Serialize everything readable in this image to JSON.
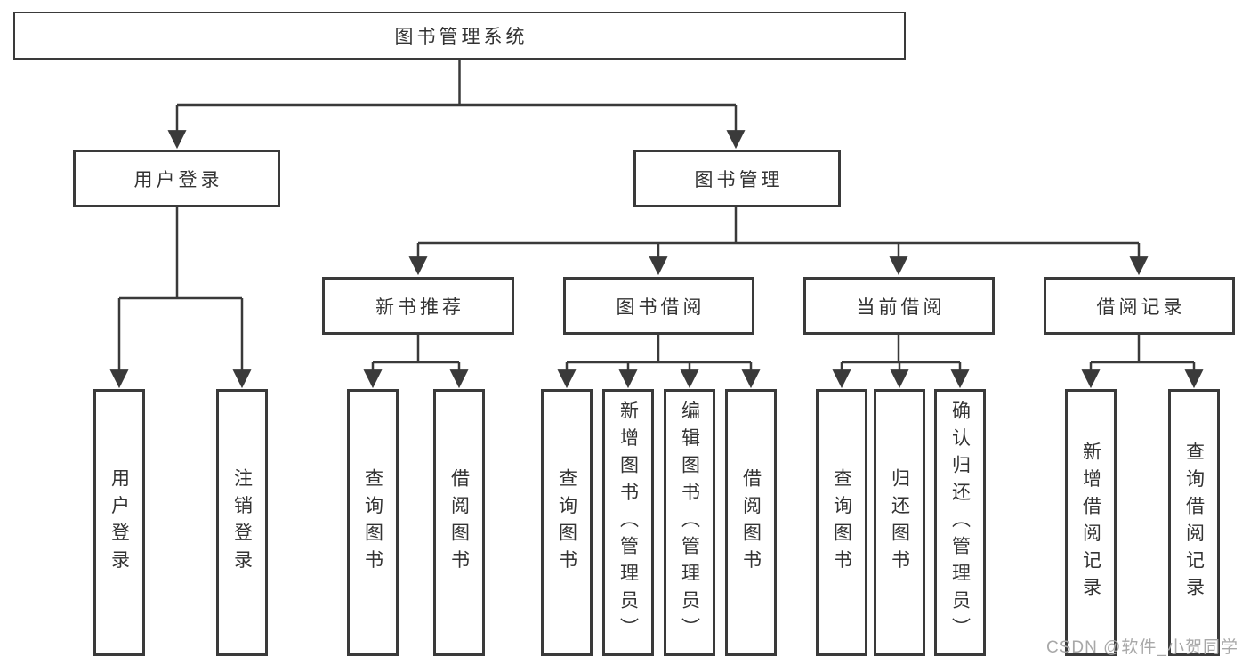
{
  "root": {
    "label": "图书管理系统"
  },
  "level2": [
    {
      "label": "用户登录"
    },
    {
      "label": "图书管理"
    }
  ],
  "level3": [
    {
      "label": "新书推荐"
    },
    {
      "label": "图书借阅"
    },
    {
      "label": "当前借阅"
    },
    {
      "label": "借阅记录"
    }
  ],
  "leaves": {
    "user_login": [
      {
        "label": "用户登录"
      },
      {
        "label": "注销登录"
      }
    ],
    "new_book_recommend": [
      {
        "label": "查询图书"
      },
      {
        "label": "借阅图书"
      }
    ],
    "book_borrow": [
      {
        "label": "查询图书"
      },
      {
        "label": "新增图书（管理员）"
      },
      {
        "label": "编辑图书（管理员）"
      },
      {
        "label": "借阅图书"
      }
    ],
    "current_borrow": [
      {
        "label": "查询图书"
      },
      {
        "label": "归还图书"
      },
      {
        "label": "确认归还（管理员）"
      }
    ],
    "borrow_records": [
      {
        "label": "新增借阅记录"
      },
      {
        "label": "查询借阅记录"
      }
    ]
  },
  "watermark": {
    "text": "CSDN @软件_小贺同学"
  },
  "style": {
    "line_color": "#3a3a3a",
    "box_border_color": "#3a3a3a",
    "text_color": "#333333",
    "background_color": "#ffffff",
    "watermark_color": "#a8a8a8"
  }
}
